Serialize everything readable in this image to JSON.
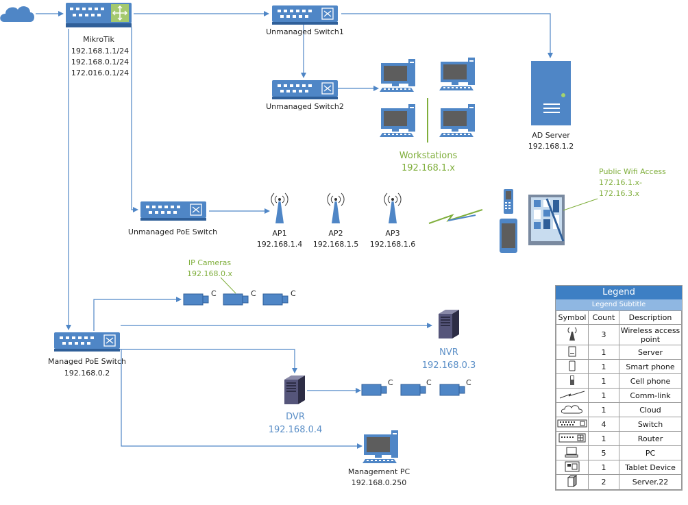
{
  "colors": {
    "connector": "#4f86c6",
    "device": "#4f86c6",
    "accent_green": "#7fae3b",
    "title_blue": "#3d7fc4"
  },
  "devices": {
    "router": {
      "name": "MikroTik",
      "ips": [
        "192.168.1.1/24",
        "192.168.0.1/24",
        "172.016.0.1/24"
      ]
    },
    "switch1": {
      "name": "Unmanaged Switch1"
    },
    "switch2": {
      "name": "Unmanaged Switch2"
    },
    "ad_server": {
      "name": "AD Server",
      "ip": "192.168.1.2"
    },
    "workstations": {
      "name": "Workstations",
      "ip": "192.168.1.x"
    },
    "poe_unmanaged": {
      "name": "Unmanaged PoE Switch"
    },
    "aps": [
      {
        "name": "AP1",
        "ip": "192.168.1.4"
      },
      {
        "name": "AP2",
        "ip": "192.168.1.5"
      },
      {
        "name": "AP3",
        "ip": "192.168.1.6"
      }
    ],
    "public_wifi": {
      "name": "Public Wifi Access",
      "range_start": "172.16.1.x-",
      "range_end": "172.16.3.x"
    },
    "ip_cameras": {
      "name": "IP Cameras",
      "ip": "192.168.0.x"
    },
    "managed_poe": {
      "name": "Managed PoE Switch",
      "ip": "192.168.0.2"
    },
    "nvr": {
      "name": "NVR",
      "ip": "192.168.0.3"
    },
    "dvr": {
      "name": "DVR",
      "ip": "192.168.0.4"
    },
    "mgmt_pc": {
      "name": "Management PC",
      "ip": "192.168.0.250"
    },
    "camera_letter": "C"
  },
  "legend": {
    "title": "Legend",
    "subtitle": "Legend Subtitle",
    "headers": {
      "symbol": "Symbol",
      "count": "Count",
      "description": "Description"
    },
    "rows": [
      {
        "icon": "wireless-ap-icon",
        "count": "3",
        "description": "Wireless access point"
      },
      {
        "icon": "server-icon",
        "count": "1",
        "description": "Server"
      },
      {
        "icon": "smart-phone-icon",
        "count": "1",
        "description": "Smart phone"
      },
      {
        "icon": "cell-phone-icon",
        "count": "1",
        "description": "Cell phone"
      },
      {
        "icon": "comm-link-icon",
        "count": "1",
        "description": "Comm-link"
      },
      {
        "icon": "cloud-icon",
        "count": "1",
        "description": "Cloud"
      },
      {
        "icon": "switch-icon",
        "count": "4",
        "description": "Switch"
      },
      {
        "icon": "router-icon",
        "count": "1",
        "description": "Router"
      },
      {
        "icon": "pc-icon",
        "count": "5",
        "description": "PC"
      },
      {
        "icon": "tablet-icon",
        "count": "1",
        "description": "Tablet Device"
      },
      {
        "icon": "server22-icon",
        "count": "2",
        "description": "Server.22"
      }
    ]
  }
}
